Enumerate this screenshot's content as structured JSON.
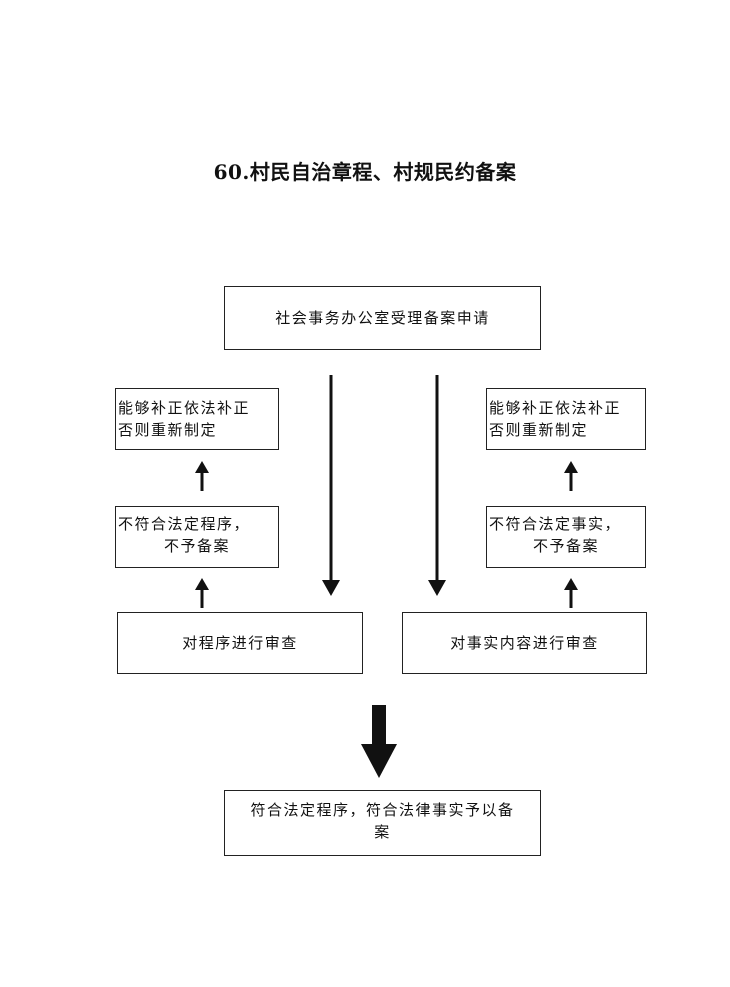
{
  "title": "60.村民自治章程、村规民约备案",
  "nodes": {
    "accept": "社会事务办公室受理备案申请",
    "left_correct": {
      "line1": "能够补正依法补正",
      "line2": "否则重新制定"
    },
    "left_reject": {
      "line1": "不符合法定程序，",
      "line2": "不予备案"
    },
    "left_review": "对程序进行审查",
    "right_correct": {
      "line1": "能够补正依法补正",
      "line2": "否则重新制定"
    },
    "right_reject": {
      "line1": "不符合法定事实，",
      "line2": "不予备案"
    },
    "right_review": "对事实内容进行审查",
    "final": {
      "line1": "符合法定程序，符合法律事实予以备",
      "line2": "案"
    }
  },
  "colors": {
    "line": "#111111",
    "background": "#ffffff"
  }
}
